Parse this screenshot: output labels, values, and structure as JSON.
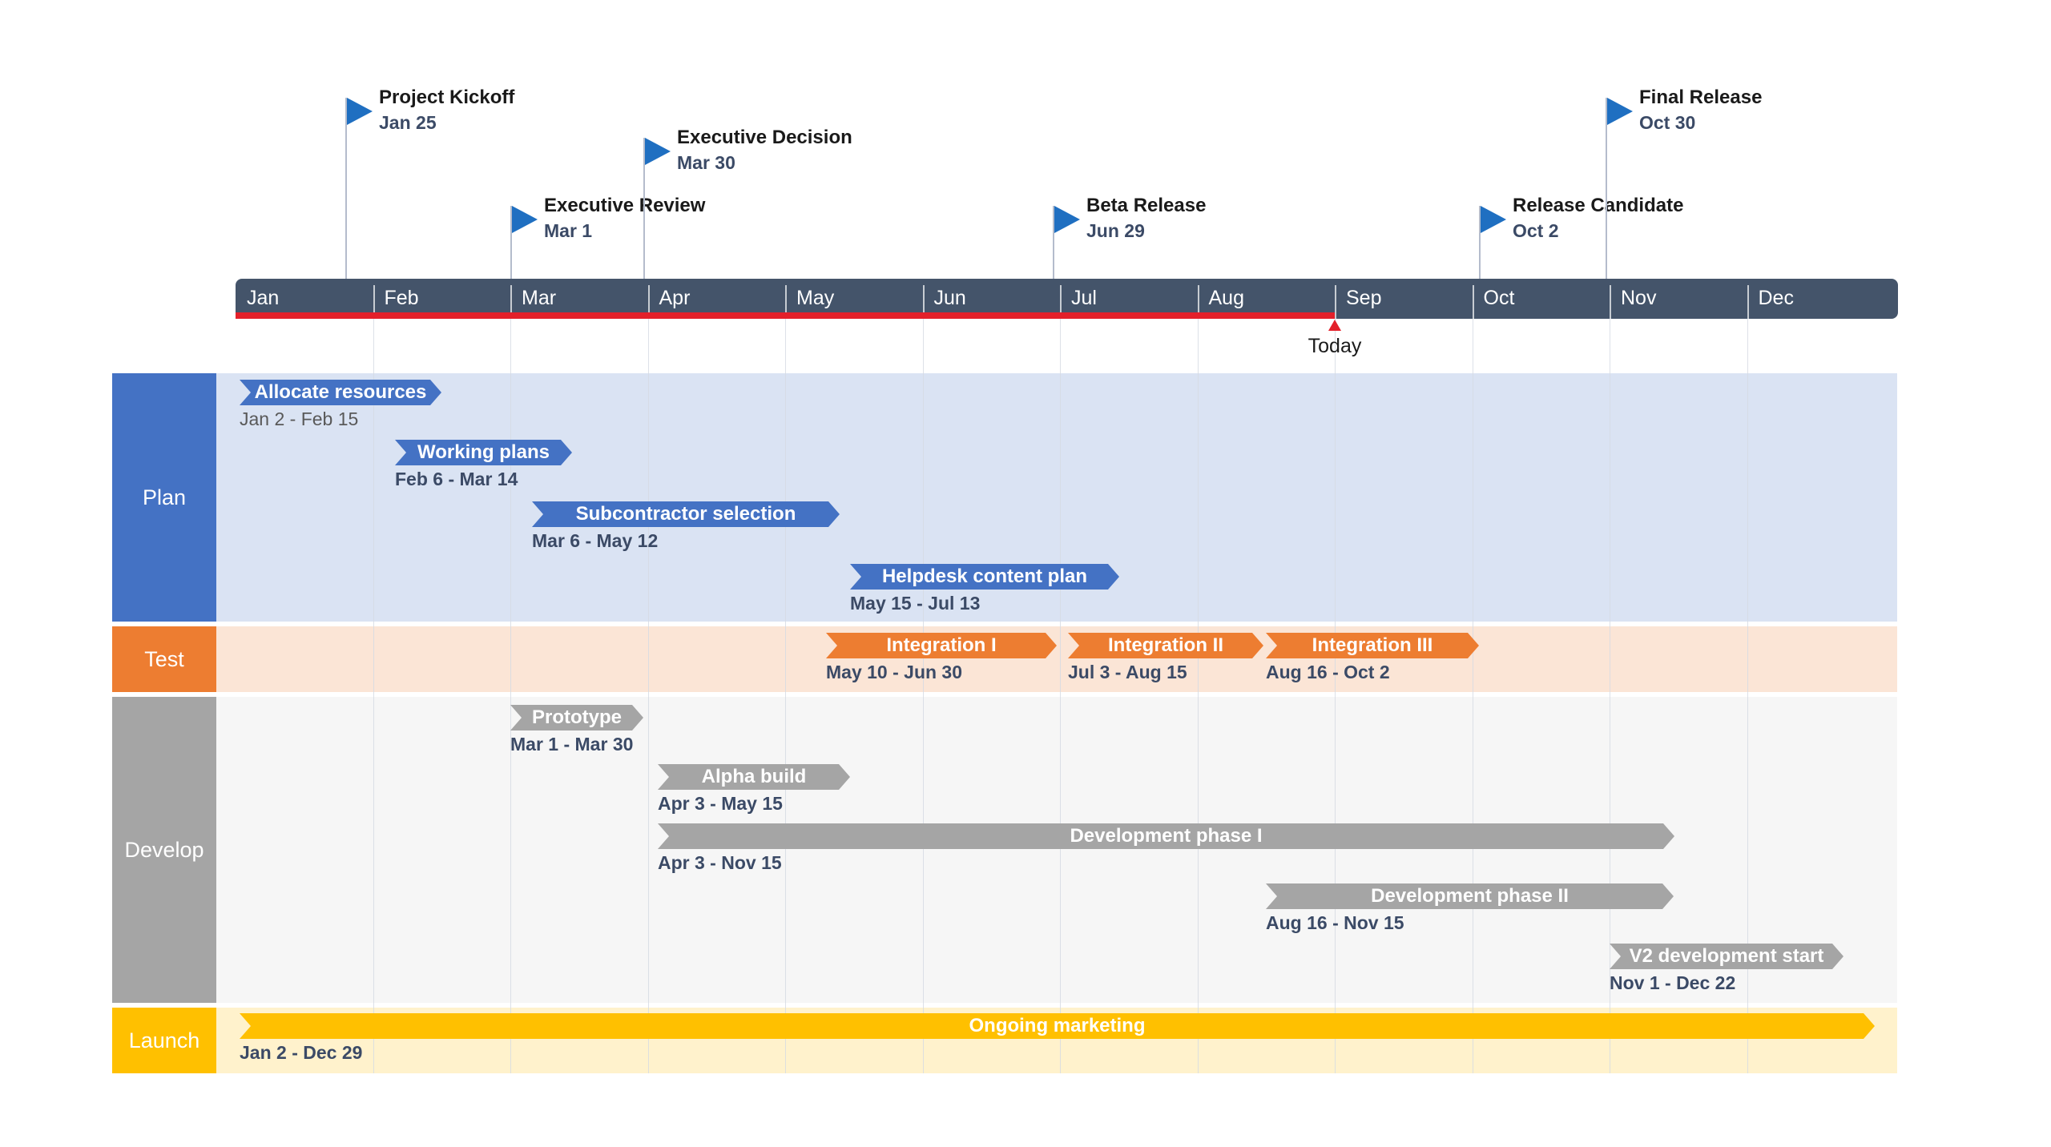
{
  "months": [
    "Jan",
    "Feb",
    "Mar",
    "Apr",
    "May",
    "Jun",
    "Jul",
    "Aug",
    "Sep",
    "Oct",
    "Nov",
    "Dec"
  ],
  "today": {
    "label": "Today",
    "month_value": 8.0
  },
  "colors": {
    "months_bar": "#44546a",
    "progress": "#e3202a",
    "milestone_flag": "#1f6fc1",
    "plan": "#4472c4",
    "plan_bg": "#dae3f3",
    "test": "#ed7d31",
    "test_bg": "#fbe5d6",
    "develop": "#a5a5a5",
    "develop_bg": "#f6f6f6",
    "launch": "#ffc000",
    "launch_bg": "#fff2cc"
  },
  "milestones": [
    {
      "title": "Project Kickoff",
      "date": "Jan 25",
      "month_value": 0.8,
      "icon": "flag-icon"
    },
    {
      "title": "Executive Review",
      "date": "Mar 1",
      "month_value": 2.0,
      "icon": "flag-icon"
    },
    {
      "title": "Executive Decision",
      "date": "Mar 30",
      "month_value": 2.97,
      "icon": "flag-icon"
    },
    {
      "title": "Beta Release",
      "date": "Jun 29",
      "month_value": 5.95,
      "icon": "flag-icon"
    },
    {
      "title": "Release Candidate",
      "date": "Oct 2",
      "month_value": 9.05,
      "icon": "flag-icon"
    },
    {
      "title": "Final Release",
      "date": "Oct 30",
      "month_value": 9.97,
      "icon": "flag-icon"
    }
  ],
  "swimlanes": [
    {
      "name": "Plan",
      "color": "#4472c4",
      "bg": "#dae3f3",
      "tasks": [
        {
          "label": "Allocate resources",
          "dates": "Jan 2 - Feb 15",
          "start": 0.03,
          "end": 1.5
        },
        {
          "label": "Working plans",
          "dates": "Feb 6 - Mar 14",
          "start": 1.16,
          "end": 2.45
        },
        {
          "label": "Subcontractor selection",
          "dates": "Mar 6 - May 12",
          "start": 2.16,
          "end": 4.4
        },
        {
          "label": "Helpdesk content plan",
          "dates": "May 15 - Jul 13",
          "start": 4.47,
          "end": 6.43
        }
      ]
    },
    {
      "name": "Test",
      "color": "#ed7d31",
      "bg": "#fbe5d6",
      "tasks": [
        {
          "label": "Integration I",
          "dates": "May 10 - Jun 30",
          "start": 4.3,
          "end": 5.98
        },
        {
          "label": "Integration II",
          "dates": "Jul 3 - Aug 15",
          "start": 6.06,
          "end": 7.48
        },
        {
          "label": "Integration III",
          "dates": "Aug 16 - Oct 2",
          "start": 7.5,
          "end": 9.05
        }
      ]
    },
    {
      "name": "Develop",
      "color": "#a5a5a5",
      "bg": "#f6f6f6",
      "tasks": [
        {
          "label": "Prototype",
          "dates": "Mar 1 - Mar 30",
          "start": 2.0,
          "end": 2.97
        },
        {
          "label": "Alpha build",
          "dates": "Apr 3 - May 15",
          "start": 3.07,
          "end": 4.47
        },
        {
          "label": "Development phase I",
          "dates": "Apr 3 - Nov 15",
          "start": 3.07,
          "end": 10.47
        },
        {
          "label": "Development phase II",
          "dates": "Aug 16 - Nov 15",
          "start": 7.5,
          "end": 10.47
        },
        {
          "label": "V2 development start",
          "dates": "Nov 1 - Dec 22",
          "start": 10.0,
          "end": 11.7
        }
      ]
    },
    {
      "name": "Launch",
      "color": "#ffc000",
      "bg": "#fff2cc",
      "tasks": [
        {
          "label": "Ongoing marketing",
          "dates": "Jan 2 - Dec 29",
          "start": 0.03,
          "end": 11.93
        }
      ]
    }
  ]
}
